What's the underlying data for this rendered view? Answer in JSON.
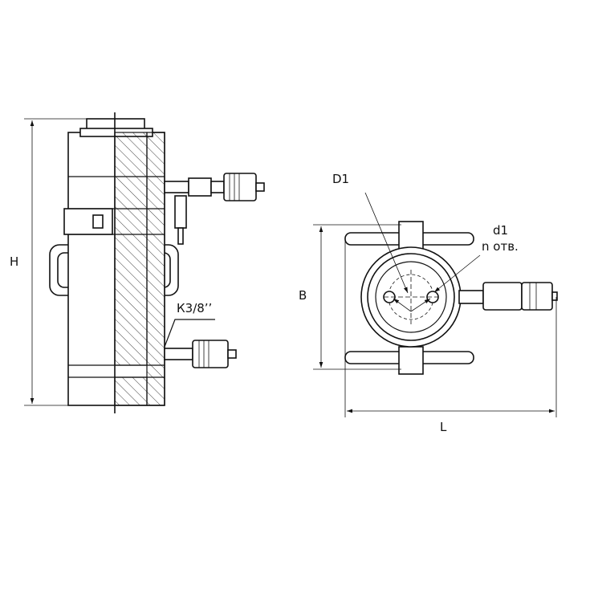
{
  "labels": {
    "height": "H",
    "width": "B",
    "length": "L",
    "bolt_circle": "D1",
    "hole_diameter": "d1",
    "hole_count": "n отв.",
    "port_thread": "К3/8’’"
  }
}
